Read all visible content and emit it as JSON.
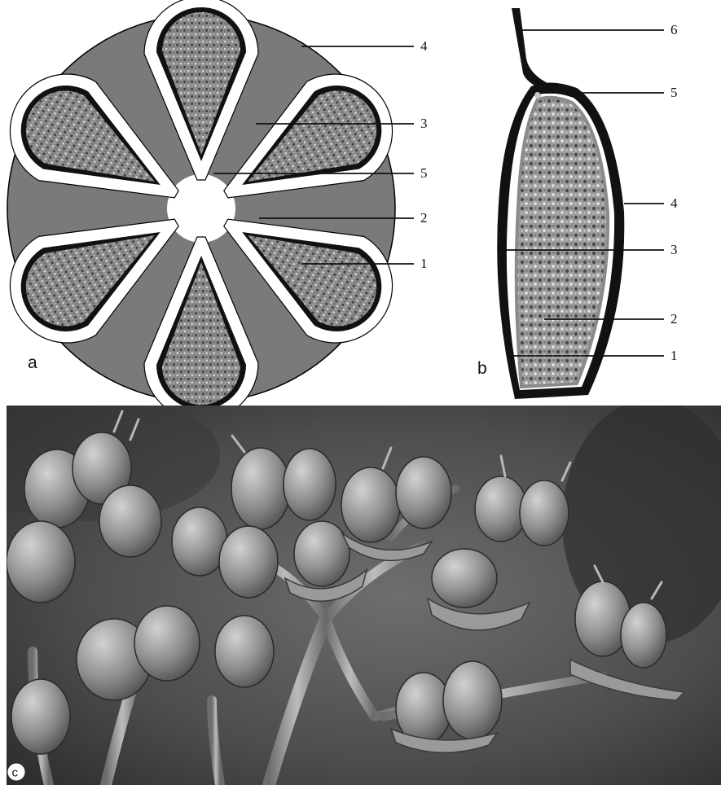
{
  "panels": {
    "a": {
      "letter": "a",
      "labels": [
        "1",
        "2",
        "3",
        "4",
        "5"
      ]
    },
    "b": {
      "letter": "b",
      "labels": [
        "1",
        "2",
        "3",
        "4",
        "5",
        "6"
      ]
    },
    "c": {
      "letter": "c"
    }
  },
  "colors": {
    "outer_tissue": "#7a7a7a",
    "seed_texture": "#8d8d8d",
    "seed_coat": "#111111",
    "cavity": "#ffffff",
    "photo_background": "#5a5a5a"
  },
  "photo": {
    "kind": "grayscale macro photograph of a fruiting inflorescence (capsules on pedicels)",
    "rendering": "approximated with vector shapes"
  }
}
